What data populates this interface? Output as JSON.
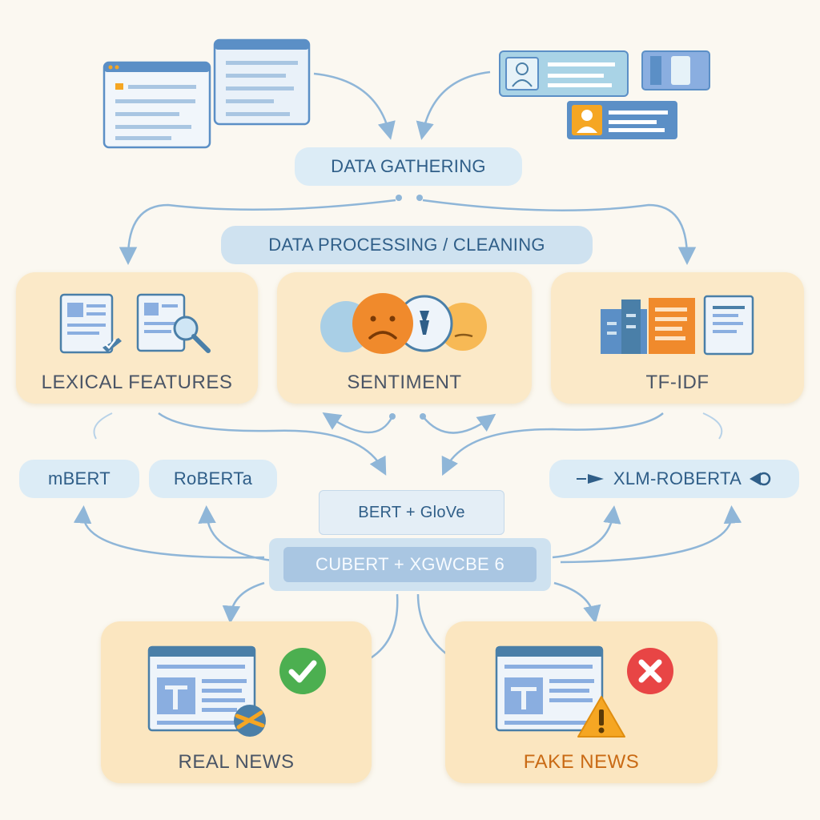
{
  "stages": {
    "gathering": "DATA GATHERING",
    "processing": "DATA PROCESSING / CLEANING"
  },
  "features": {
    "lexical": "LEXICAL FEATURES",
    "sentiment": "SENTIMENT",
    "tfidf": "TF-IDF"
  },
  "models": {
    "mbert": "mBERT",
    "roberta": "RoBERTa",
    "xlm": "XLM-ROBERTA",
    "bert_glove": "BERT + GloVe",
    "combined": "CUBERT + XGWCBE 6"
  },
  "outputs": {
    "real": "REAL NEWS",
    "fake": "FAKE NEWS"
  },
  "colors": {
    "background": "#fbf8f1",
    "card": "#fbe9c8",
    "pill": "#dcecf6",
    "accent_blue": "#5b8fc6",
    "arrow": "#8fb6d8",
    "real_check": "#4caf50",
    "fake_cross": "#e84545",
    "warning": "#f5a623",
    "fake_text": "#c96a14"
  }
}
